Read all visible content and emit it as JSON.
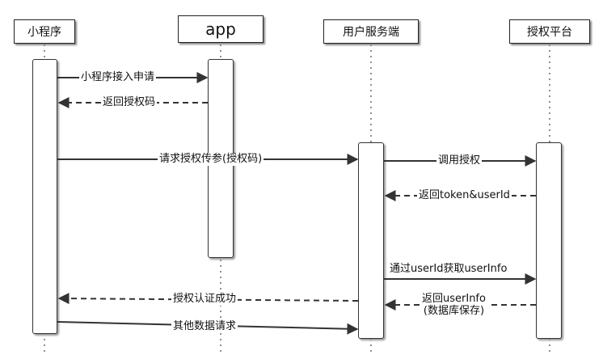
{
  "participants": [
    {
      "id": "mini",
      "label": "小程序"
    },
    {
      "id": "app",
      "label": "app"
    },
    {
      "id": "server",
      "label": "用户服务端"
    },
    {
      "id": "auth",
      "label": "授权平台"
    }
  ],
  "messages": [
    {
      "from": "mini",
      "to": "app",
      "label": "小程序接入申请",
      "style": "solid"
    },
    {
      "from": "app",
      "to": "mini",
      "label": "返回授权码",
      "style": "dashed"
    },
    {
      "from": "mini",
      "to": "server",
      "label": "请求授权传参(授权码)",
      "style": "solid"
    },
    {
      "from": "server",
      "to": "auth",
      "label": "调用授权",
      "style": "solid"
    },
    {
      "from": "auth",
      "to": "server",
      "label": "返回token&userId",
      "style": "dashed"
    },
    {
      "from": "server",
      "to": "auth",
      "label": "通过userId获取userInfo",
      "style": "solid"
    },
    {
      "from": "server",
      "to": "mini",
      "label": "授权认证成功",
      "style": "dashed"
    },
    {
      "from": "auth",
      "to": "server",
      "label_line1": "返回userInfo",
      "label_line2": "(数据库保存)",
      "style": "dashed"
    },
    {
      "from": "mini",
      "to": "server",
      "label": "其他数据请求",
      "style": "solid"
    }
  ]
}
